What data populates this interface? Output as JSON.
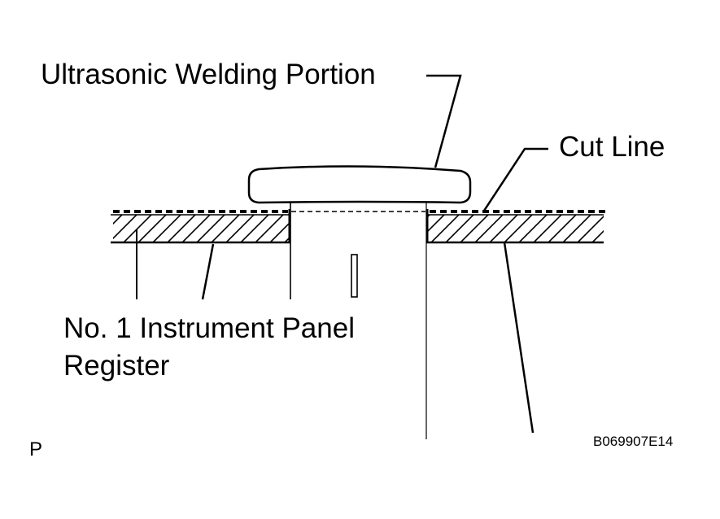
{
  "labels": {
    "welding_portion": "Ultrasonic Welding Portion",
    "cut_line": "Cut Line",
    "part_name_line1": "No. 1 Instrument Panel",
    "part_name_line2": "Register",
    "corner_mark": "P",
    "figure_code": "B069907E14"
  },
  "colors": {
    "ink": "#000000",
    "paper": "#ffffff"
  }
}
